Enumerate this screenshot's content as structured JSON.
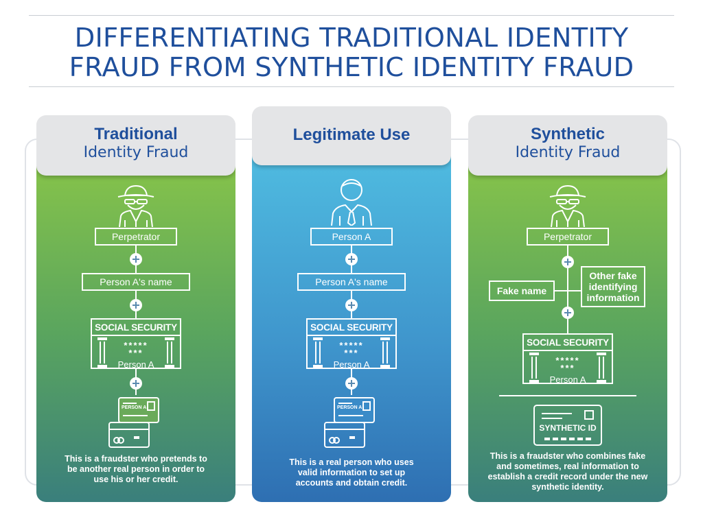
{
  "title": {
    "line1": "DIFFERENTIATING TRADITIONAL IDENTITY",
    "line2": "FRAUD FROM SYNTHETIC IDENTITY FRAUD"
  },
  "columns": {
    "traditional": {
      "header_bold": "Traditional",
      "header_light": "Identity Fraud",
      "perpetrator": "Perpetrator",
      "name": "Person A's name",
      "ss_title": "SOCIAL SECURITY",
      "ss_stars_top": "*****",
      "ss_stars_bottom": "***",
      "ss_person": "Person A",
      "card_label": "PERSON A",
      "caption": "This is a fraudster who pretends to be another real person in order to use his or her credit."
    },
    "legitimate": {
      "header_bold": "Legitimate Use",
      "person": "Person A",
      "name": "Person A's name",
      "ss_title": "SOCIAL SECURITY",
      "ss_stars_top": "*****",
      "ss_stars_bottom": "***",
      "ss_person": "Person A",
      "card_label": "PERSON A",
      "caption": "This is a real person who uses valid information to set up accounts and obtain credit."
    },
    "synthetic": {
      "header_bold": "Synthetic",
      "header_light": "Identity Fraud",
      "perpetrator": "Perpetrator",
      "fake_name": "Fake name",
      "other_fake": "Other fake identifying information",
      "ss_title": "SOCIAL SECURITY",
      "ss_stars_top": "*****",
      "ss_stars_bottom": "***",
      "ss_person": "Person A",
      "synthetic_id": "SYNTHETIC ID",
      "caption": "This is a fraudster who combines fake and sometimes, real information to establish a credit record under the new synthetic identity."
    }
  },
  "colors": {
    "title": "#1f4f9c",
    "green_top": "#86c34a",
    "green_bottom": "#3a7f7c",
    "blue_top": "#4fbbe0",
    "blue_bottom": "#2e6fb2",
    "header_bg": "#e4e5e7"
  },
  "icons": [
    "spy-icon",
    "businessman-icon",
    "credit-cards-icon",
    "synthetic-id-card-icon",
    "plus-icon"
  ]
}
